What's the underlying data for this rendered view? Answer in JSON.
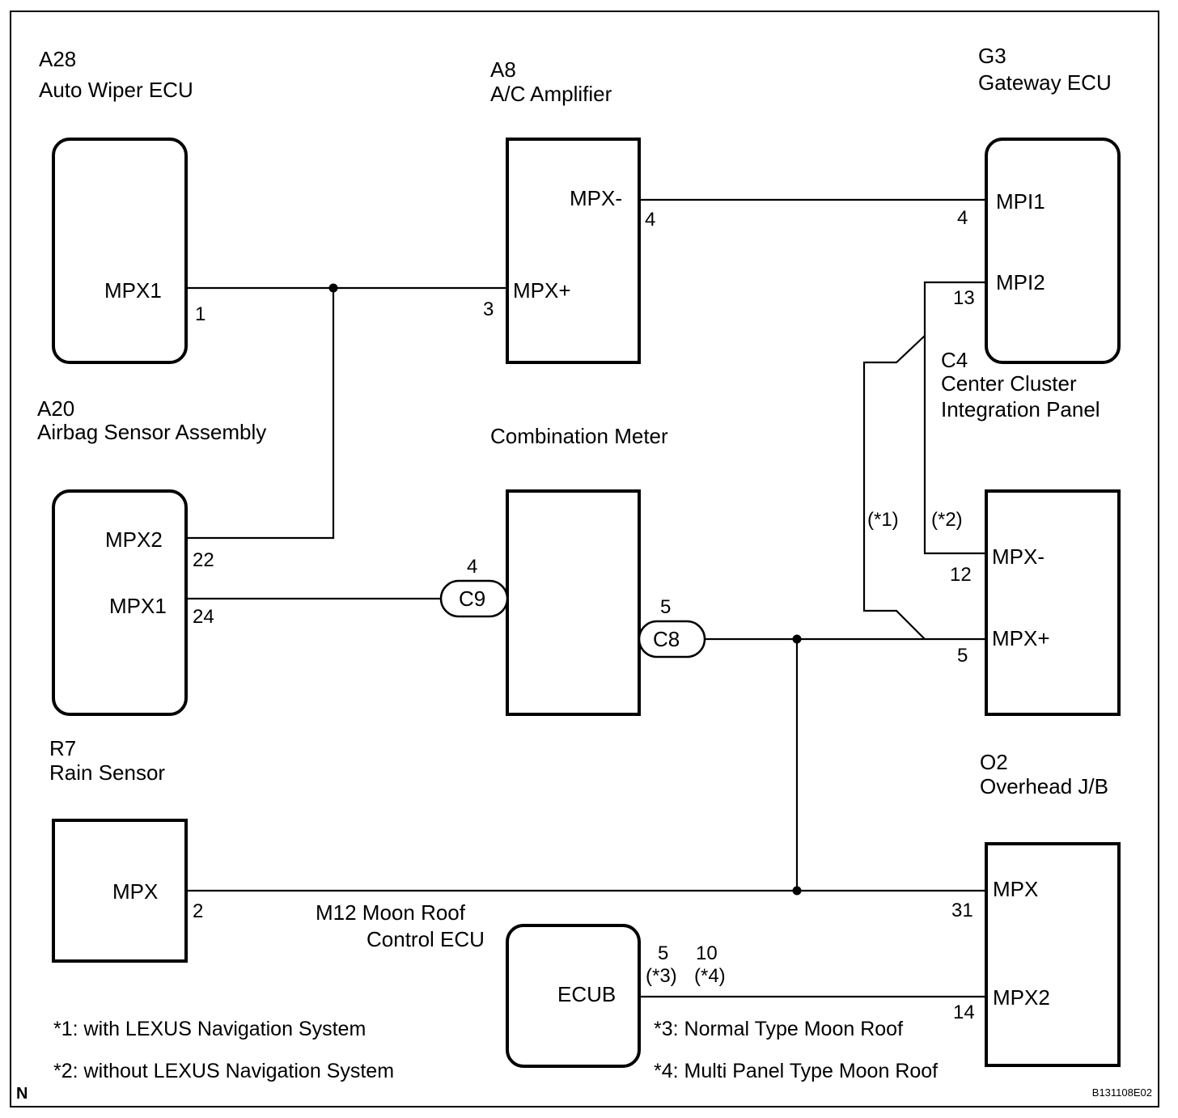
{
  "components": {
    "a28": {
      "code": "A28",
      "name": "Auto Wiper ECU",
      "pin_label": "MPX1",
      "pin_no": "1"
    },
    "a8": {
      "code": "A8",
      "name": "A/C Amplifier",
      "pin1_label": "MPX-",
      "pin1_no": "4",
      "pin2_label": "MPX+",
      "pin2_no": "3"
    },
    "g3": {
      "code": "G3",
      "name": "Gateway ECU",
      "pin1_label": "MPI1",
      "pin1_no": "4",
      "pin2_label": "MPI2",
      "pin2_no": "13"
    },
    "a20": {
      "code": "A20",
      "name": "Airbag Sensor Assembly",
      "pin1_label": "MPX2",
      "pin1_no": "22",
      "pin2_label": "MPX1",
      "pin2_no": "24"
    },
    "meter": {
      "name": "Combination Meter",
      "conn1": "C9",
      "conn1_pin": "4",
      "conn2": "C8",
      "conn2_pin": "5"
    },
    "c4": {
      "code": "C4",
      "name_line1": "Center Cluster",
      "name_line2": "Integration Panel",
      "pin1_label": "MPX-",
      "pin1_no": "12",
      "pin2_label": "MPX+",
      "pin2_no": "5"
    },
    "r7": {
      "code": "R7",
      "name": "Rain Sensor",
      "pin_label": "MPX",
      "pin_no": "2"
    },
    "o2": {
      "code": "O2",
      "name": "Overhead J/B",
      "pin1_label": "MPX",
      "pin1_no": "31",
      "pin2_label": "MPX2",
      "pin2_no": "14"
    },
    "m12": {
      "code_name": "M12  Moon Roof",
      "name_line2": "Control ECU",
      "pin_label": "ECUB",
      "pin_a": "5",
      "pin_a_note": "(*3)",
      "pin_b": "10",
      "pin_b_note": "(*4)"
    }
  },
  "branch_marks": {
    "b1": "(*1)",
    "b2": "(*2)"
  },
  "notes": {
    "n1": "*1: with LEXUS Navigation System",
    "n2": "*2: without LEXUS Navigation System",
    "n3": "*3: Normal Type Moon Roof",
    "n4": "*4: Multi Panel Type Moon Roof"
  },
  "corner_mark": "N",
  "figure_code": "B131108E02"
}
